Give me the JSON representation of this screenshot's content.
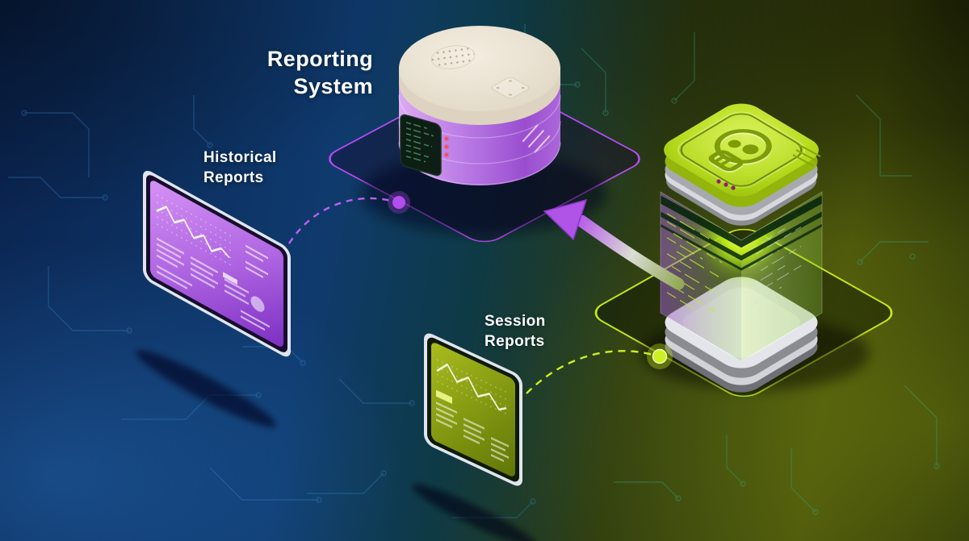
{
  "labels": {
    "title": "Reporting System",
    "historical_reports": "Historical Reports",
    "session_reports": "Session Reports"
  },
  "icons": {
    "server_badge": "skull-icon",
    "hub_top": "speaker-grille-icon",
    "hub_status": "led-indicators",
    "tablet_charts": "line-chart-glyph"
  },
  "colors": {
    "accent_purple": "#b44df0",
    "accent_lime": "#c3e812",
    "connector_purple": "#c05df5",
    "connector_lime": "#cdf022",
    "led_red": "#ff4646",
    "device_top_cream": "#efe8da",
    "device_body_purple": "#b678e2",
    "server_lid_lime": "#b8dd1f",
    "tablet_screen_purple": "#b066e2",
    "tablet_screen_olive": "#8ba00e",
    "magenta_dots": "#8c2070",
    "background_blue": "#0f3a6e",
    "background_olive": "#454f0a"
  },
  "connections": [
    {
      "from": "Historical Reports",
      "to": "Reporting System",
      "style": "dashed"
    },
    {
      "from": "Session Reports",
      "to": "server-cube",
      "style": "dashed"
    },
    {
      "from": "server-cube",
      "to": "Reporting System",
      "style": "arrow"
    }
  ]
}
